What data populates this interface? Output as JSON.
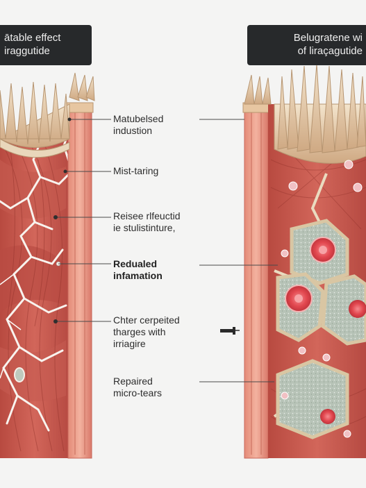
{
  "panels": {
    "left_title_line1": "ātable effect",
    "left_title_line2": "iraggutide",
    "right_title_line1": "Belugratene wi",
    "right_title_line2": "of liraçagutide"
  },
  "callouts": [
    {
      "line1": "Matubelsed",
      "line2": "industion"
    },
    {
      "line1": "Mist-taring",
      "line2": ""
    },
    {
      "line1": "Reisee rlfeuctid",
      "line2": "ie stulistinture,"
    },
    {
      "line1": "Redualed",
      "line2": "infamation"
    },
    {
      "line1": "Chter cerpeited",
      "line2": "tharges with",
      "line3": "irriagire"
    },
    {
      "line1": "Repaired",
      "line2": "micro-tears"
    }
  ],
  "colors": {
    "background": "#f4f4f3",
    "label_bg": "#27292b",
    "muscle": "#c9554a",
    "muscle_dark": "#a63f37",
    "tendon": "#e9c9a6",
    "fascia": "#e8a58f",
    "tear": "#f7f2ee",
    "hex_fill": "#aebdae",
    "cell": "#e8595e"
  },
  "icons": {
    "arrow": "arrow-right-icon"
  }
}
